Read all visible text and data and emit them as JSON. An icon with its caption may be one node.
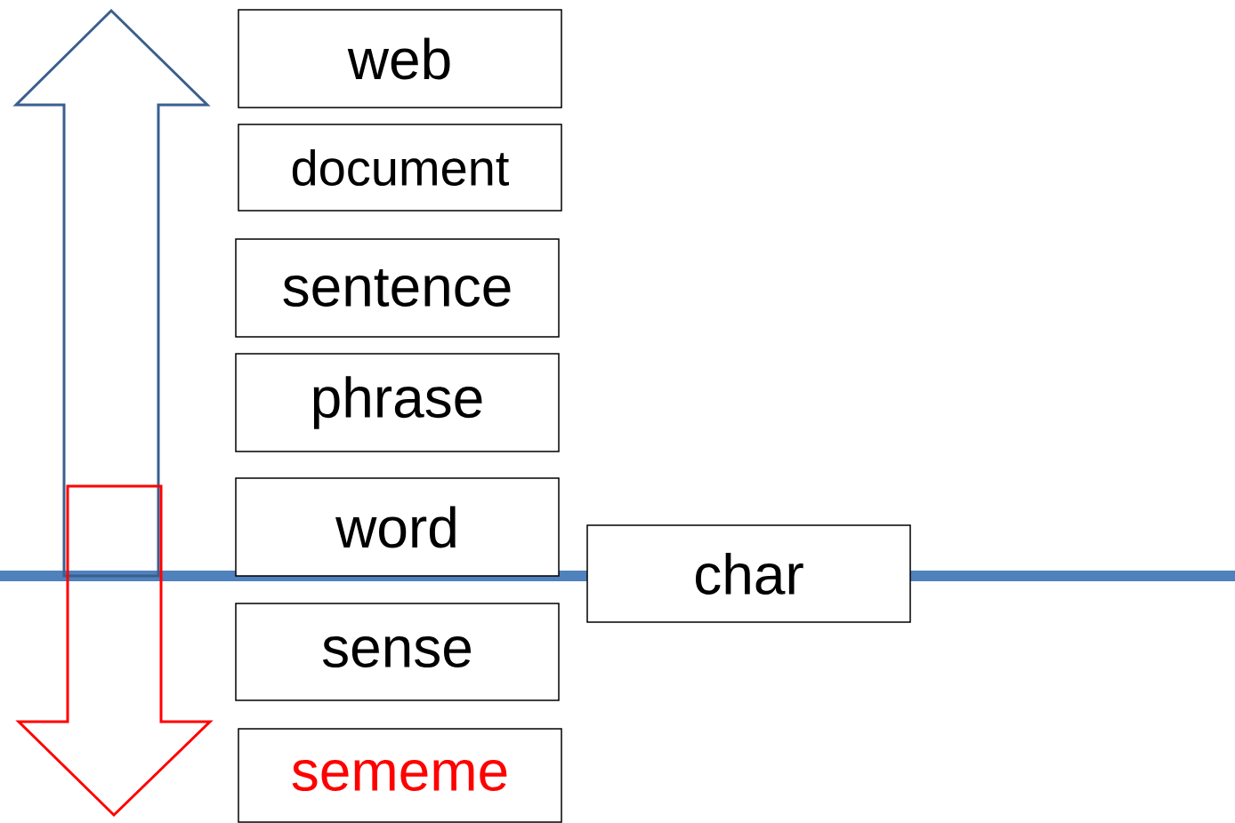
{
  "diagram": {
    "nodes": [
      {
        "text": [
          "web"
        ]
      },
      {
        "text": [
          "document"
        ]
      },
      {
        "text": [
          "sentence"
        ]
      },
      {
        "text": [
          "phrase"
        ]
      },
      {
        "text": [
          "word"
        ]
      },
      {
        "text": [
          "sense"
        ]
      },
      {
        "text": [
          "sememe"
        ]
      },
      {
        "text": [
          "char"
        ]
      }
    ]
  }
}
